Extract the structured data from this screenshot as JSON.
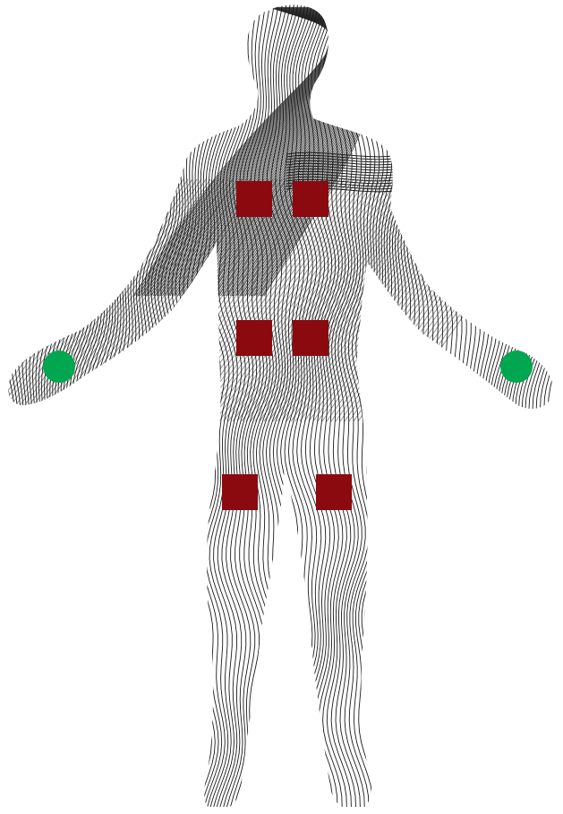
{
  "figure": {
    "subject": "human-body-line-art",
    "line_color": "#1a1a1a",
    "background": "#ffffff"
  },
  "markers": {
    "sensor_color": "#8b0a0f",
    "sensor_shape": "square",
    "sensors": [
      {
        "id": "chest-left"
      },
      {
        "id": "chest-right"
      },
      {
        "id": "abdomen-left"
      },
      {
        "id": "abdomen-right"
      },
      {
        "id": "thigh-left"
      },
      {
        "id": "thigh-right"
      }
    ],
    "hand_color": "#00a650",
    "hand_shape": "circle",
    "hands": [
      {
        "id": "hand-left"
      },
      {
        "id": "hand-right"
      }
    ]
  }
}
